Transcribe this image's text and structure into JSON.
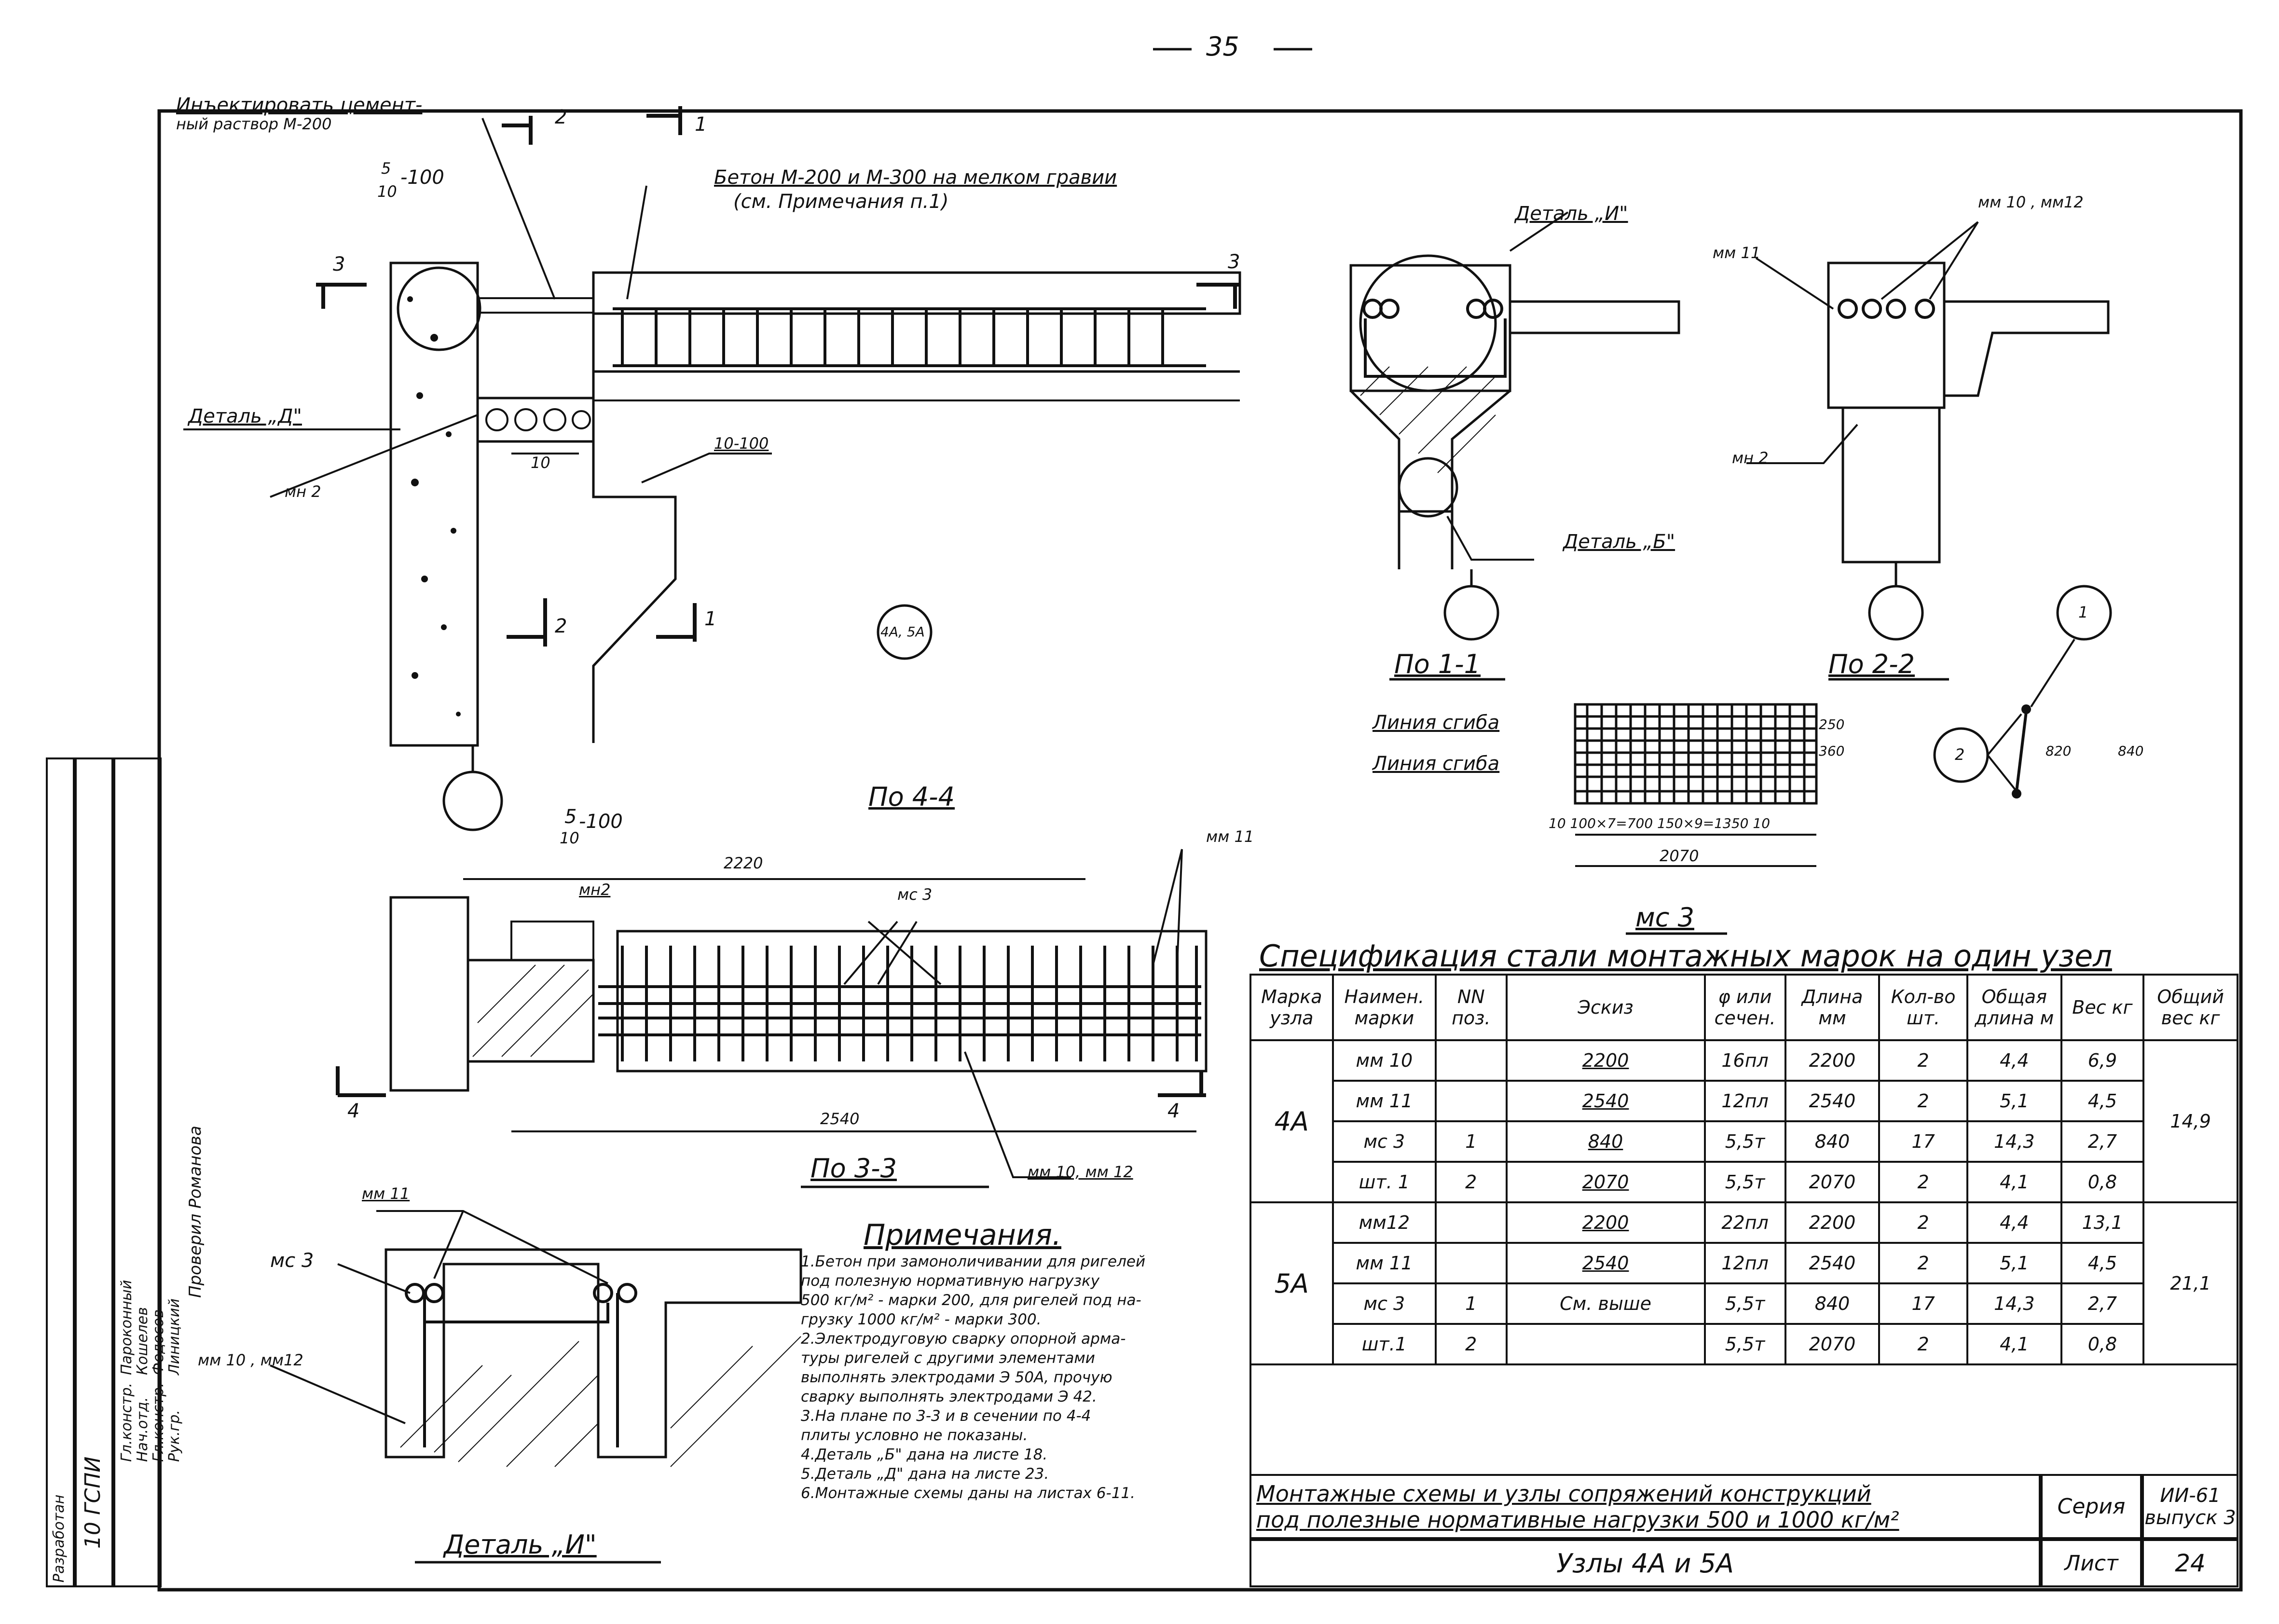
{
  "sheet": {
    "page_number": "35"
  },
  "labels": {
    "inject": "Инъектировать цемент-",
    "inject2": "ный раствор М-200",
    "concrete": "Бетон М-200 и М-300 на мелком гравии",
    "concrete2": "(см. Примечания п.1)",
    "frac_top": "5",
    "frac_bot": "10",
    "frac_val": "-100",
    "detail_d": "Деталь „Д\"",
    "mn2": "мн 2",
    "ten": "10",
    "step10_100": "10-100",
    "circle_mark": "4А, 5А",
    "section_44": "По 4-4",
    "cut1": "1",
    "cut2": "2",
    "cut3": "3",
    "cut4": "4",
    "detail_u": "Деталь „И\"",
    "mm11": "мм 11",
    "mm10_12": "мм 10 , мм12",
    "detail_b": "Деталь „Б\"",
    "section_11": "По 1-1",
    "section_22": "По 2-2",
    "bend_line": "Линия сгиба",
    "ms3": "мс 3",
    "dim_2070": "2070",
    "dim_mesh": "10 100×7=700 150×9=1350 10",
    "dim_250": "250",
    "dim_360": "360",
    "dim_820": "820",
    "dim_840": "840",
    "dim_2220": "2220",
    "dim_2540": "2540",
    "mn2b": "мн2",
    "section_33": "По 3-3",
    "mm10_mm12": "мм 10, мм 12",
    "circle_1": "1",
    "circle_2": "2"
  },
  "spec": {
    "title": "Спецификация стали монтажных марок на один узел",
    "headers": [
      "Марка узла",
      "Наимен. марки",
      "NN поз.",
      "Эскиз",
      "φ или сечен.",
      "Длина мм",
      "Кол-во шт.",
      "Общая длина м",
      "Вес кг",
      "Общий вес кг"
    ],
    "groups": [
      {
        "node": "4А",
        "total": "14,9",
        "rows": [
          [
            "мм 10",
            "",
            "2200",
            "16пл",
            "2200",
            "2",
            "4,4",
            "6,9"
          ],
          [
            "мм 11",
            "",
            "2540",
            "12пл",
            "2540",
            "2",
            "5,1",
            "4,5"
          ],
          [
            "мс 3",
            "1",
            "840",
            "5,5т",
            "840",
            "17",
            "14,3",
            "2,7"
          ],
          [
            "шт. 1",
            "2",
            "2070",
            "5,5т",
            "2070",
            "2",
            "4,1",
            "0,8"
          ]
        ]
      },
      {
        "node": "5А",
        "total": "21,1",
        "rows": [
          [
            "мм12",
            "",
            "2200",
            "22пл",
            "2200",
            "2",
            "4,4",
            "13,1"
          ],
          [
            "мм 11",
            "",
            "2540",
            "12пл",
            "2540",
            "2",
            "5,1",
            "4,5"
          ],
          [
            "мс 3",
            "1",
            "См. выше",
            "5,5т",
            "840",
            "17",
            "14,3",
            "2,7"
          ],
          [
            "шт.1",
            "2",
            "",
            "5,5т",
            "2070",
            "2",
            "4,1",
            "0,8"
          ]
        ]
      }
    ]
  },
  "notes": {
    "title": "Примечания.",
    "items": [
      "1.Бетон при замоноличивании для ригелей",
      "под полезную нормативную нагрузку",
      "500 кг/м² - марки 200, для ригелей под на-",
      "грузку 1000 кг/м² - марки 300.",
      "2.Электродуговую сварку опорной арма-",
      "туры ригелей с другими элементами",
      "выполнять электродами Э 50А, прочую",
      "сварку выполнять электродами Э 42.",
      "3.На плане по 3-3 и в сечении по 4-4",
      "плиты условно не показаны.",
      "4.Деталь „Б\" дана на листе 18.",
      "5.Деталь „Д\" дана на листе 23.",
      "6.Монтажные схемы даны на листах 6-11."
    ]
  },
  "titleblock": {
    "title1": "Монтажные схемы и узлы сопряжений конструкций",
    "title2": "под полезные нормативные нагрузки 500 и 1000 кг/м²",
    "subtitle": "Узлы 4А и 5А",
    "series_label": "Серия",
    "series_value": "ИИ-61",
    "issue": "выпуск 3",
    "sheet_label": "Лист",
    "sheet_value": "24"
  },
  "approvals": {
    "org": "10 ГСПИ",
    "developed": "Разработан",
    "rows": [
      [
        "Гл.констр.",
        "Пароконный"
      ],
      [
        "Нач.отд.",
        "Кошелев"
      ],
      [
        "Гл.констр.",
        "Федосов"
      ],
      [
        "Рук.гр.",
        "Линицкий"
      ]
    ],
    "checked": "Проверил Романова"
  }
}
